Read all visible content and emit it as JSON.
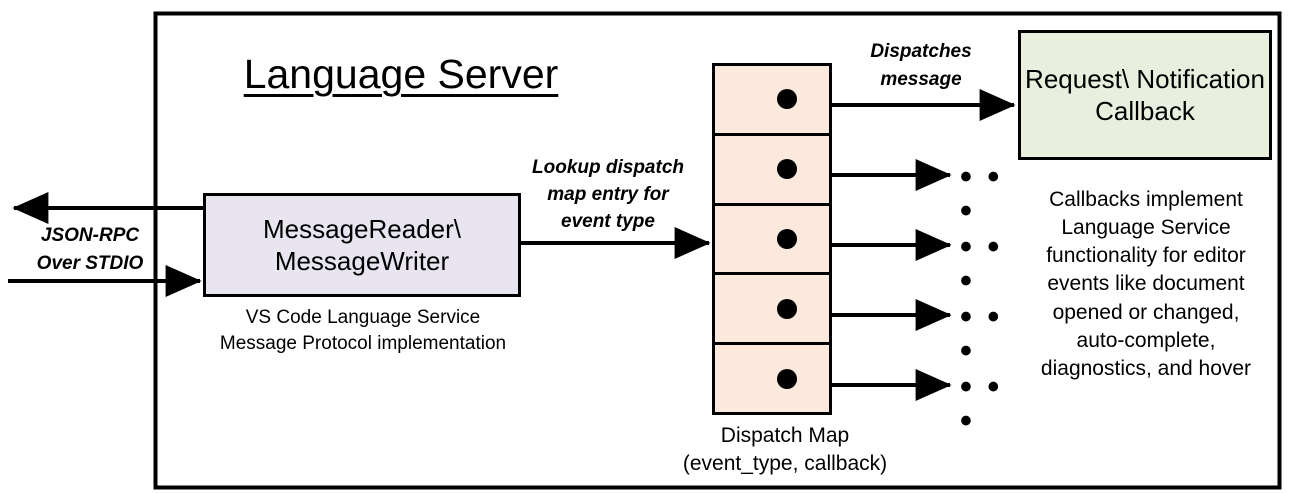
{
  "diagram": {
    "title": "Language Server",
    "outer_frame": {
      "name": "language-server-boundary"
    }
  },
  "message_io": {
    "protocol_label": "JSON-RPC\nOver STDIO",
    "inbound_arrow": "arrow-into-message-reader",
    "outbound_arrow": "arrow-out-of-message-reader"
  },
  "message_reader": {
    "label": "MessageReader\\\nMessageWriter",
    "caption": "VS Code Language Service\nMessage Protocol implementation",
    "fill": "#E9E5F0"
  },
  "lookup": {
    "label": "Lookup dispatch\nmap entry for\nevent type"
  },
  "dispatch_map": {
    "caption": "Dispatch Map\n(event_type, callback)",
    "fill": "#FBE9DD",
    "cells": [
      {
        "index": 1,
        "dot": true,
        "target": "callback-box"
      },
      {
        "index": 2,
        "dot": true,
        "target": "ellipsis"
      },
      {
        "index": 3,
        "dot": true,
        "target": "ellipsis"
      },
      {
        "index": 4,
        "dot": true,
        "target": "ellipsis"
      },
      {
        "index": 5,
        "dot": true,
        "target": "ellipsis"
      }
    ],
    "ellipsis_glyph": "• • •"
  },
  "dispatch": {
    "label": "Dispatches\nmessage"
  },
  "callback": {
    "label": "Request\\\nNotification\nCallback",
    "caption": "Callbacks implement\nLanguage Service\nfunctionality for editor\nevents like document\nopened or changed,\nauto-complete,\ndiagnostics, and hover",
    "fill": "#E9EFDF"
  },
  "colors": {
    "stroke": "#000000",
    "background": "#FFFFFF",
    "message_reader_fill": "#E9E5F0",
    "dispatch_map_fill": "#FBE9DD",
    "callback_fill": "#E9EFDF"
  }
}
